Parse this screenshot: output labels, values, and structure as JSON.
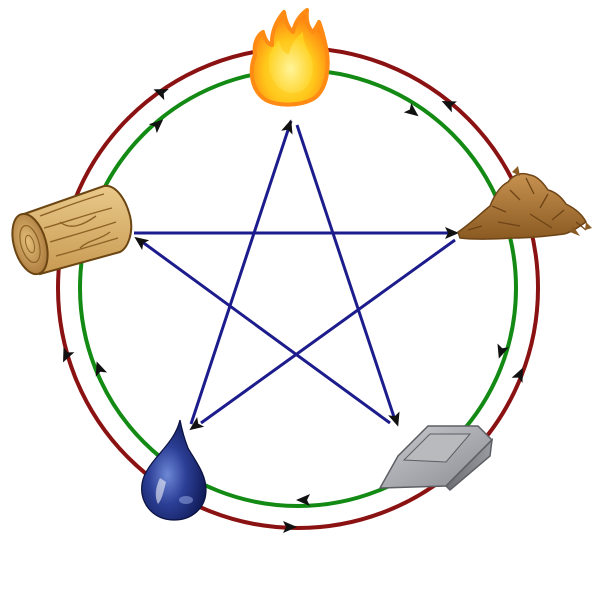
{
  "diagram": {
    "type": "wu-xing-five-phases-cycle",
    "text_labels": [],
    "elements": [
      {
        "id": "fire",
        "icon": "flame-icon"
      },
      {
        "id": "earth",
        "icon": "soil-pile-icon"
      },
      {
        "id": "metal",
        "icon": "metal-ingot-icon"
      },
      {
        "id": "water",
        "icon": "water-drop-icon"
      },
      {
        "id": "wood",
        "icon": "wood-log-icon"
      }
    ],
    "cycles": [
      {
        "id": "generating",
        "shape": "inner-circle",
        "color": "#138a13",
        "order": [
          "wood",
          "fire",
          "earth",
          "metal",
          "water"
        ]
      },
      {
        "id": "overcoming-outer",
        "shape": "outer-circle",
        "color": "#8b1212",
        "order": [
          "fire",
          "wood",
          "water",
          "metal",
          "earth"
        ]
      },
      {
        "id": "overcoming",
        "shape": "pentagram",
        "color": "#1c1c8c",
        "order": [
          "fire",
          "metal",
          "wood",
          "earth",
          "water"
        ]
      }
    ],
    "colors": {
      "generating": "#138a13",
      "outer_ring": "#8b1212",
      "pentagram": "#1c1c8c",
      "arrowhead": "#111111"
    }
  }
}
